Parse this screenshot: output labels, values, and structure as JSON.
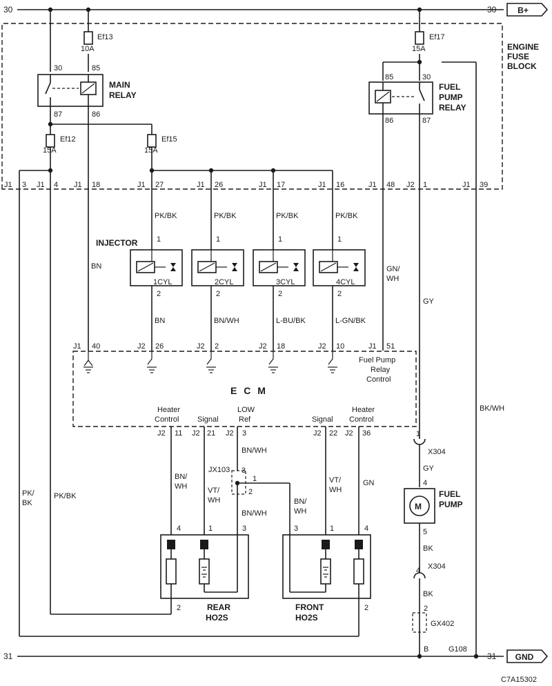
{
  "terminals": {
    "left_top": "30",
    "right_top": "30",
    "left_bottom": "31",
    "right_bottom": "31"
  },
  "power": {
    "bplus": "B+",
    "gnd": "GND"
  },
  "fuse_block": {
    "line1": "ENGINE",
    "line2": "FUSE",
    "line3": "BLOCK"
  },
  "fuses": {
    "ef13": {
      "name": "Ef13",
      "rating": "10A"
    },
    "ef17": {
      "name": "Ef17",
      "rating": "15A"
    },
    "ef12": {
      "name": "Ef12",
      "rating": "15A"
    },
    "ef15": {
      "name": "Ef15",
      "rating": "15A"
    }
  },
  "main_relay": {
    "line1": "MAIN",
    "line2": "RELAY",
    "pins": [
      "30",
      "85",
      "87",
      "86"
    ]
  },
  "fuel_pump_relay": {
    "line1": "FUEL",
    "line2": "PUMP",
    "line3": "RELAY",
    "pins": [
      "85",
      "30",
      "86",
      "87"
    ]
  },
  "j1_row": [
    {
      "conn": "J1",
      "pin": "3"
    },
    {
      "conn": "J1",
      "pin": "4"
    },
    {
      "conn": "J1",
      "pin": "18"
    },
    {
      "conn": "J1",
      "pin": "27"
    },
    {
      "conn": "J1",
      "pin": "26"
    },
    {
      "conn": "J1",
      "pin": "17"
    },
    {
      "conn": "J1",
      "pin": "16"
    },
    {
      "conn": "J1",
      "pin": "48"
    },
    {
      "conn": "J2",
      "pin": "1"
    },
    {
      "conn": "J1",
      "pin": "39"
    }
  ],
  "injector_label": "INJECTOR",
  "injectors": [
    {
      "cyl": "1CYL",
      "pin_top": "1",
      "pin_bot": "2",
      "wire_top": "PK/BK",
      "wire_bot": "BN"
    },
    {
      "cyl": "2CYL",
      "pin_top": "1",
      "pin_bot": "2",
      "wire_top": "PK/BK",
      "wire_bot": "BN/WH"
    },
    {
      "cyl": "3CYL",
      "pin_top": "1",
      "pin_bot": "2",
      "wire_top": "PK/BK",
      "wire_bot": "L-BU/BK"
    },
    {
      "cyl": "4CYL",
      "pin_top": "1",
      "pin_bot": "2",
      "wire_top": "PK/BK",
      "wire_bot": "L-GN/BK"
    }
  ],
  "wires": {
    "bn": "BN",
    "gn_wh_1": "GN/",
    "gn_wh_2": "WH",
    "gy": "GY",
    "bk_wh": "BK/WH",
    "pk_bk_a1": "PK/",
    "pk_bk_a2": "BK",
    "pk_bk_b": "PK/BK",
    "bn_wh_rear_1": "BN/",
    "bn_wh_rear_2": "WH",
    "vt_wh_rear_1": "VT/",
    "vt_wh_rear_2": "WH",
    "bn_wh_top": "BN/WH",
    "bn_wh_low": "BN/WH",
    "bn_wh_front_1": "BN/",
    "bn_wh_front_2": "WH",
    "vt_wh_front_1": "VT/",
    "vt_wh_front_2": "WH",
    "gn": "GN",
    "gy2": "GY",
    "bk1": "BK",
    "bk2": "BK"
  },
  "ecm_pins_top": [
    {
      "conn": "J1",
      "pin": "40"
    },
    {
      "conn": "J2",
      "pin": "26"
    },
    {
      "conn": "J2",
      "pin": "2"
    },
    {
      "conn": "J2",
      "pin": "18"
    },
    {
      "conn": "J2",
      "pin": "10"
    },
    {
      "conn": "J1",
      "pin": "51"
    }
  ],
  "ecm": {
    "title": "E C M",
    "fp_ctrl_1": "Fuel Pump",
    "fp_ctrl_2": "Relay",
    "fp_ctrl_3": "Control",
    "heater_1": "Heater",
    "heater_2": "Control",
    "signal": "Signal",
    "low_1": "LOW",
    "low_2": "Ref",
    "signal_f": "Signal",
    "heater_f1": "Heater",
    "heater_f2": "Control"
  },
  "ecm_pins_bottom": [
    {
      "conn": "J2",
      "pin": "11"
    },
    {
      "conn": "J2",
      "pin": "21"
    },
    {
      "conn": "J2",
      "pin": "3"
    },
    {
      "conn": "J2",
      "pin": "22"
    },
    {
      "conn": "J2",
      "pin": "36"
    }
  ],
  "jx103": {
    "name": "JX103",
    "pin3": "3",
    "pin1": "1",
    "pin2": "2"
  },
  "rear_ho2s": {
    "line1": "REAR",
    "line2": "HO2S",
    "pins": [
      "4",
      "1",
      "3",
      "2"
    ]
  },
  "front_ho2s": {
    "line1": "FRONT",
    "line2": "HO2S",
    "pins": [
      "3",
      "1",
      "4",
      "2"
    ]
  },
  "fuel_pump": {
    "line1": "FUEL",
    "line2": "PUMP",
    "motor": "M",
    "pin_top": "4",
    "pin_bot": "5"
  },
  "x304": {
    "name1": "X304",
    "pin1": "1",
    "name2": "X304",
    "pin2": "4"
  },
  "gx402": {
    "name": "GX402",
    "pin": "2"
  },
  "ground": {
    "b": "B",
    "g108": "G108"
  },
  "ref_code": "C7A15302"
}
